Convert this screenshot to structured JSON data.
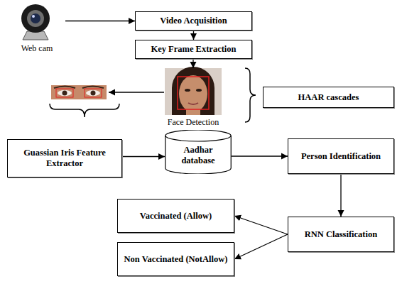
{
  "diagram": {
    "nodes": [
      {
        "text": [
          "Web cam"
        ]
      },
      {
        "text": [
          "Video Acquisition"
        ]
      },
      {
        "text": [
          "Key Frame Extraction"
        ]
      },
      {
        "text": [
          "Face Detection"
        ]
      },
      {
        "text": [
          "HAAR cascades"
        ]
      },
      {
        "text": [
          "Guassian Iris Feature Extractor"
        ]
      },
      {
        "text": [
          "Aadhar database"
        ]
      },
      {
        "text": [
          "Person Identification"
        ]
      },
      {
        "text": [
          "RNN Classification"
        ]
      },
      {
        "text": [
          "Vaccinated (Allow)"
        ]
      },
      {
        "text": [
          "Non Vaccinated (NotAllow)"
        ]
      }
    ],
    "edges": [
      {
        "from": 0,
        "to": 1,
        "arrow": "to"
      },
      {
        "from": 1,
        "to": 2,
        "arrow": "to"
      },
      {
        "from": 2,
        "to": 3,
        "arrow": "to"
      },
      {
        "from": 5,
        "to": 6,
        "arrow": "to"
      },
      {
        "from": 6,
        "to": 7,
        "arrow": "to"
      },
      {
        "from": 7,
        "to": 8,
        "arrow": "to"
      },
      {
        "from": 8,
        "to": 9,
        "arrow": "to"
      },
      {
        "from": 8,
        "to": 10,
        "arrow": "to"
      }
    ]
  }
}
